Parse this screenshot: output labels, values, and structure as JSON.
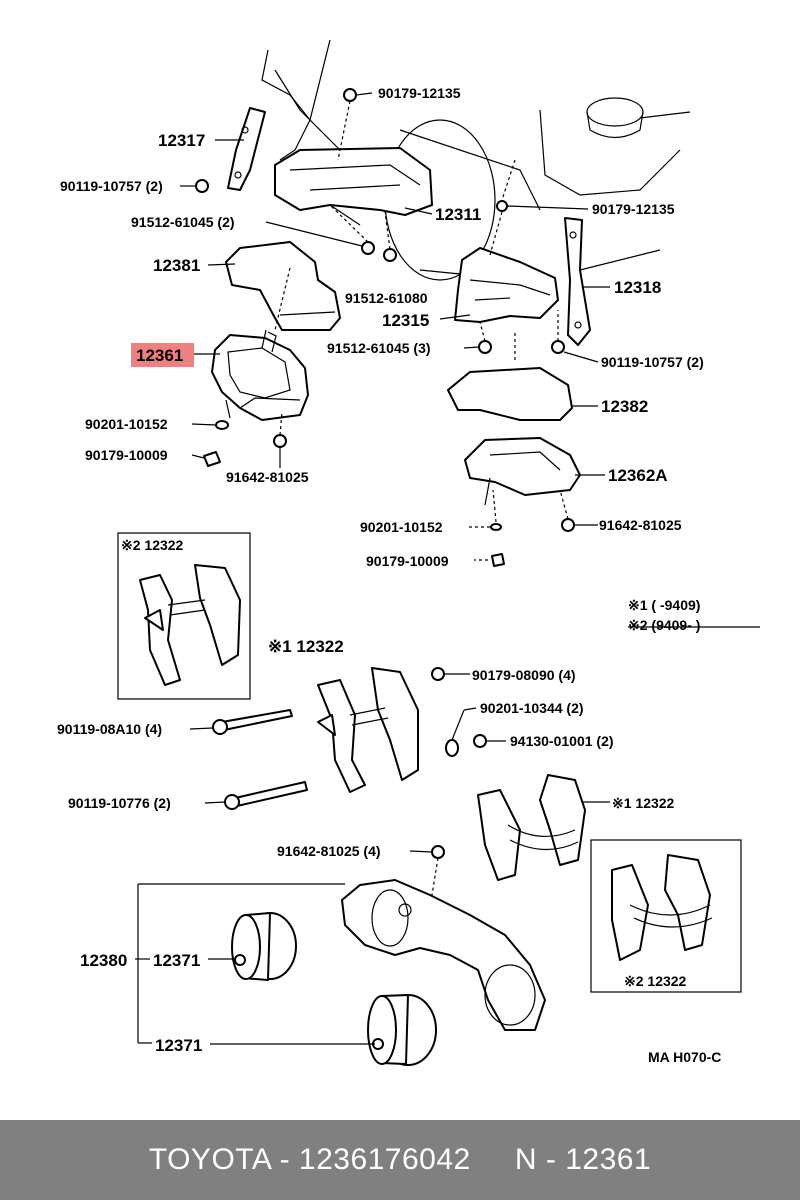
{
  "labels": {
    "p90179_12135_a": "90179-12135",
    "p12317": "12317",
    "p90119_10757_2a": "90119-10757 (2)",
    "p12311": "12311",
    "p90179_12135_b": "90179-12135",
    "p91512_61045_2": "91512-61045 (2)",
    "p12381": "12381",
    "p91512_61080": "91512-61080",
    "p12318": "12318",
    "p12315": "12315",
    "p12361": "12361",
    "p91512_61045_3": "91512-61045 (3)",
    "p90119_10757_2b": "90119-10757 (2)",
    "p12382": "12382",
    "p90201_10152_a": "90201-10152",
    "p90179_10009_a": "90179-10009",
    "p91642_81025_a": "91642-81025",
    "p12362A": "12362A",
    "p90201_10152_b": "90201-10152",
    "p91642_81025_b": "91642-81025",
    "p90179_10009_b": "90179-10009",
    "box_tl": "※2 12322",
    "legend_1": "※1 (        -9409)",
    "legend_2": "※2 (9409-        )",
    "p12322_1a": "※1 12322",
    "p90179_08090": "90179-08090 (4)",
    "p90201_10344": "90201-10344 (2)",
    "p94130_01001": "94130-01001 (2)",
    "p90119_08A10": "90119-08A10 (4)",
    "p90119_10776": "90119-10776 (2)",
    "p12322_1b": "※1 12322",
    "p91642_81025_4": "91642-81025 (4)",
    "p12380": "12380",
    "p12371_a": "12371",
    "p12371_b": "12371",
    "box_br": "※2 12322",
    "code": "MA  H070-C"
  },
  "highlight": {
    "part": "12361",
    "color": "#f08080"
  },
  "footer": {
    "text": "TOYOTA - 1236176042     N - 12361"
  }
}
